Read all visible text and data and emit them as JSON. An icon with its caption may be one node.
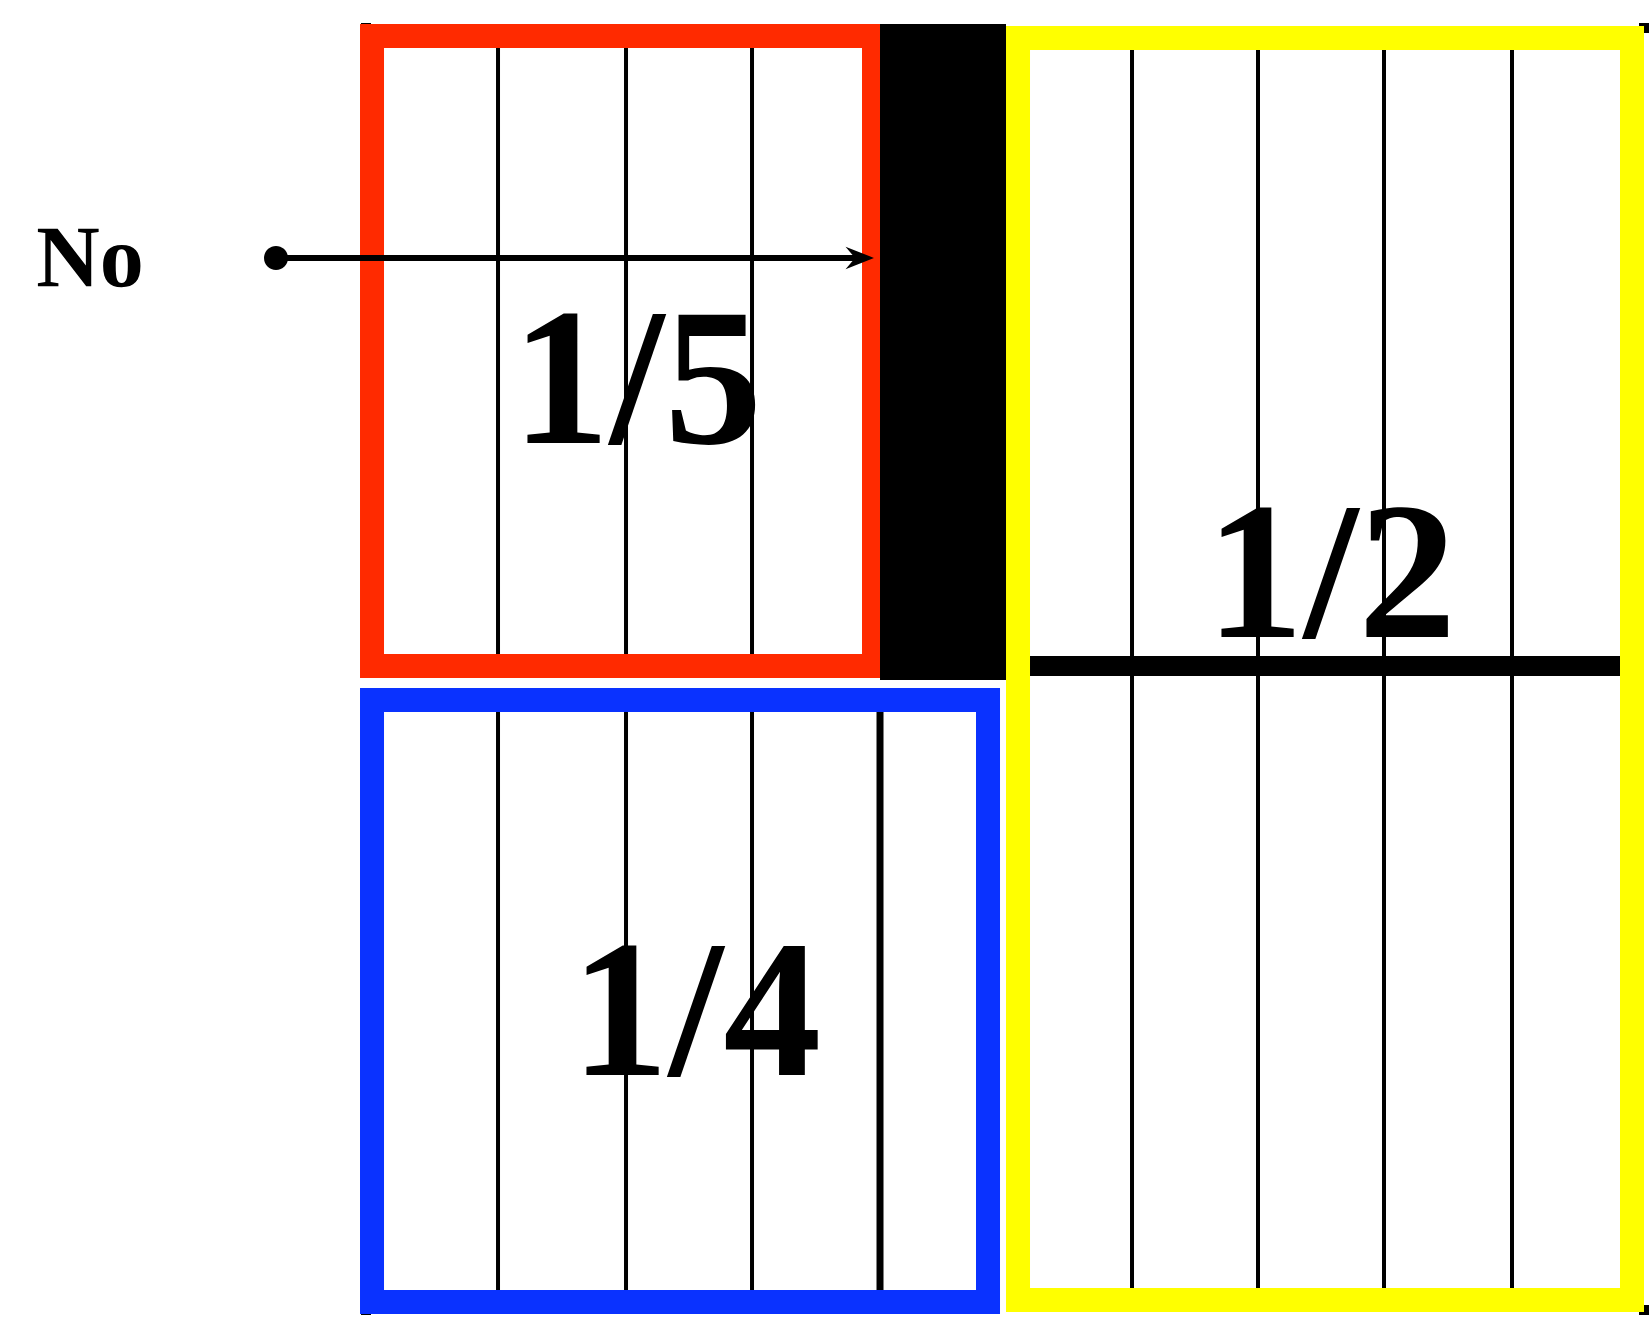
{
  "diagram": {
    "nodes": [
      {
        "text": [
          "No"
        ]
      },
      {
        "text": [
          "1/5"
        ]
      },
      {
        "text": [
          "1/2"
        ]
      },
      {
        "text": [
          "1/4"
        ]
      },
      {
        "text": [],
        "shape": "bar"
      }
    ],
    "edges": [
      {
        "from": null,
        "to": 1,
        "arrow": "to"
      }
    ]
  }
}
